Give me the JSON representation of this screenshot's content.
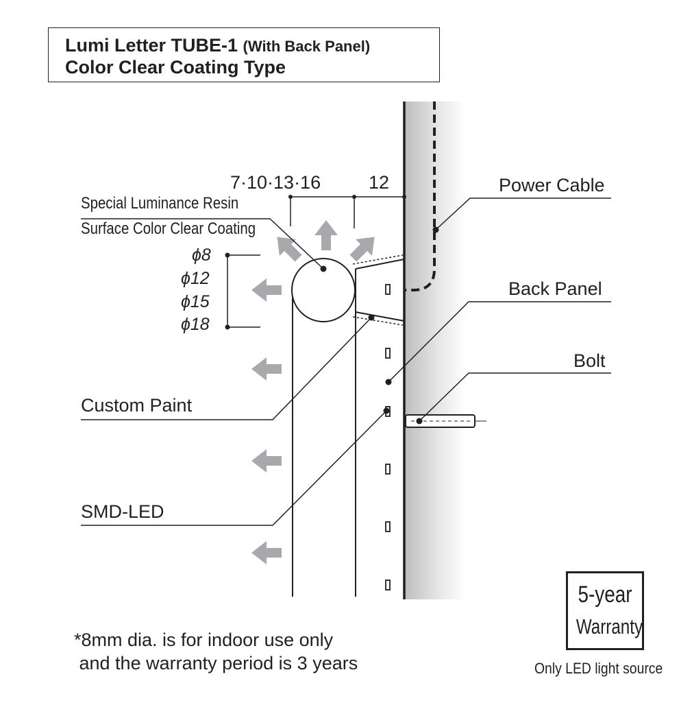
{
  "title": {
    "line1": "Lumi Letter TUBE-1",
    "line1_suffix": "(With Back Panel)",
    "line2": "Color Clear Coating Type"
  },
  "dimensions": {
    "tube_depths": "7·10·13·16",
    "panel_gap": "12"
  },
  "diameters": [
    "ϕ8",
    "ϕ12",
    "ϕ15",
    "ϕ18"
  ],
  "labels": {
    "resin": "Special Luminance Resin",
    "coating": "Surface Color Clear Coating",
    "power_cable": "Power Cable",
    "back_panel": "Back Panel",
    "bolt": "Bolt",
    "custom_paint": "Custom Paint",
    "smd_led": "SMD-LED"
  },
  "note": "*8mm dia. is for indoor use only\n and the warranty period is 3 years",
  "warranty": {
    "line1": "5-year",
    "line2": "Warranty",
    "caption": "Only LED light source"
  },
  "colors": {
    "line": "#231f20",
    "arrow": "#a7a9ac",
    "wall_shade": "#c8c8c8"
  }
}
